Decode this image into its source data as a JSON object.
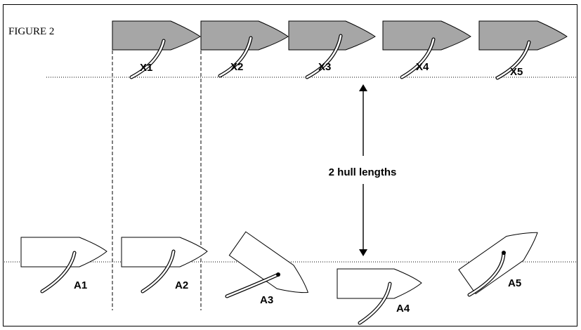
{
  "figure": {
    "title": "FIGURE 2",
    "distance_label": "2 hull lengths"
  },
  "boats": {
    "upper": [
      {
        "label": "X1"
      },
      {
        "label": "X2"
      },
      {
        "label": "X3"
      },
      {
        "label": "X4"
      },
      {
        "label": "X5"
      }
    ],
    "lower": [
      {
        "label": "A1"
      },
      {
        "label": "A2"
      },
      {
        "label": "A3"
      },
      {
        "label": "A4"
      },
      {
        "label": "A5"
      }
    ]
  },
  "colors": {
    "upper_hull": "#a6a6a6",
    "lower_hull": "#ffffff"
  }
}
